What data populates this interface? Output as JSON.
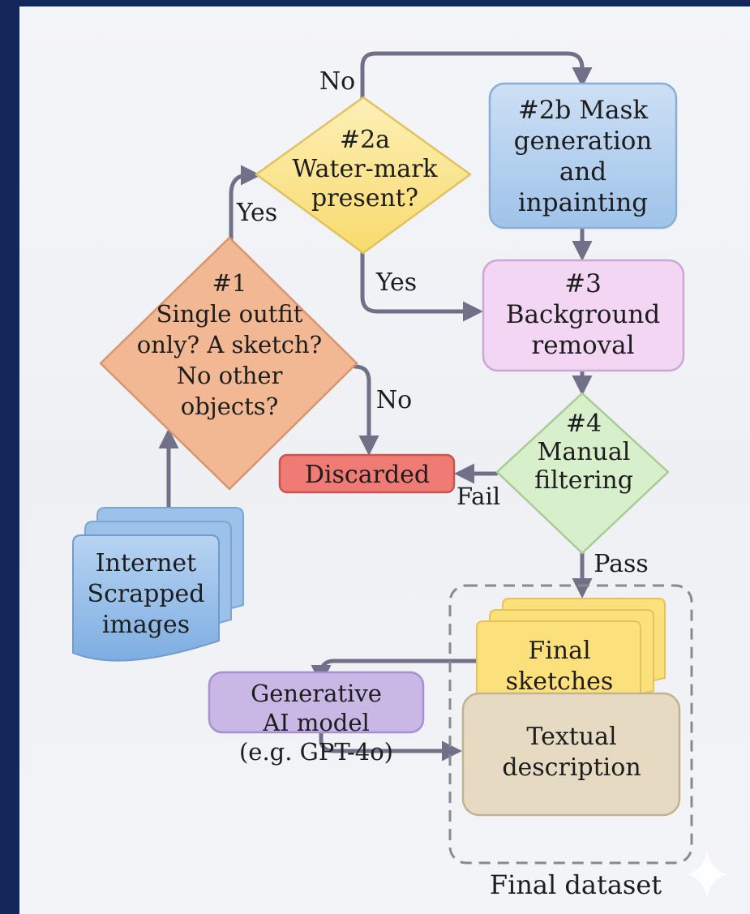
{
  "nodes": {
    "step1": {
      "lines": [
        "#1",
        "Single outfit",
        "only? A sketch?",
        "No other",
        "objects?"
      ],
      "color": "#f1b893"
    },
    "step2a": {
      "lines": [
        "#2a",
        "Water-mark",
        "present?"
      ],
      "color": "#f7dc86"
    },
    "step2b": {
      "lines": [
        "#2b Mask",
        "generation",
        "and",
        "inpainting"
      ],
      "color": "#b8d3ef"
    },
    "step3": {
      "lines": [
        "#3",
        "Background",
        "removal"
      ],
      "color": "#f2d3f3"
    },
    "step4": {
      "lines": [
        "#4",
        "Manual",
        "filtering"
      ],
      "color": "#d8efcc"
    },
    "discarded": {
      "lines": [
        "Discarded"
      ],
      "color": "#f07a74"
    },
    "internet": {
      "lines": [
        "Internet",
        "Scrapped",
        "images"
      ],
      "color": "#9cc2ea"
    },
    "final_sketches": {
      "lines": [
        "Final",
        "sketches"
      ],
      "color": "#fbe07c"
    },
    "gen_ai": {
      "lines": [
        "Generative",
        "AI model",
        "(e.g. GPT-4o)"
      ],
      "color": "#c9b7e6"
    },
    "textual": {
      "lines": [
        "Textual",
        "description"
      ],
      "color": "#e6dac3"
    }
  },
  "edge_labels": {
    "no_top": "No",
    "yes_left": "Yes",
    "yes_right": "Yes",
    "no_discard": "No",
    "fail": "Fail",
    "pass": "Pass"
  },
  "group_label": "Final dataset",
  "colors": {
    "arrow": "#707088",
    "frame": "#13275a",
    "dashed_border": "#8a8a8a"
  }
}
